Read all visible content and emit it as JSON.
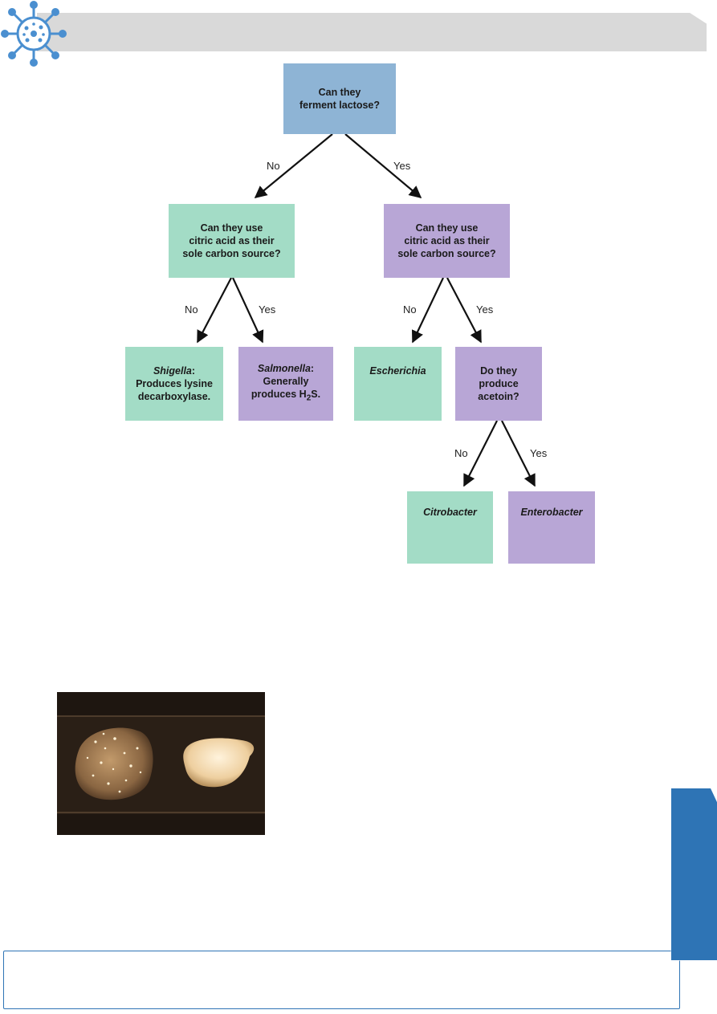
{
  "header": {
    "logo_icon": "virus-icon",
    "accent_color": "#2e74b5",
    "bar_color": "#d9d9d9"
  },
  "flowchart": {
    "q_lactose": {
      "line1": "Can they",
      "line2": "ferment lactose?"
    },
    "q_citric_no": {
      "line1": "Can they use",
      "line2": "citric acid as their",
      "line3": "sole carbon source?"
    },
    "q_citric_yes": {
      "line1": "Can they use",
      "line2": "citric acid as their",
      "line3": "sole carbon source?"
    },
    "shigella": {
      "name": "Shigella",
      "suffix": ":",
      "line2": "Produces lysine",
      "line3": "decarboxylase."
    },
    "salmonella": {
      "name": "Salmonella",
      "suffix": ":",
      "line2": "Generally",
      "line3_pre": "produces H",
      "line3_sub": "2",
      "line3_post": "S."
    },
    "escherichia": {
      "name": "Escherichia"
    },
    "q_acetoin": {
      "line1": "Do they",
      "line2": "produce",
      "line3": "acetoin?"
    },
    "citrobacter": {
      "name": "Citrobacter"
    },
    "enterobacter": {
      "name": "Enterobacter"
    },
    "labels": {
      "no_1": "No",
      "yes_1": "Yes",
      "no_2": "No",
      "yes_2": "Yes",
      "no_3": "No",
      "yes_3": "Yes",
      "no_4": "No",
      "yes_4": "Yes"
    },
    "colors": {
      "blue": "#8eb4d5",
      "green": "#a3dcc6",
      "purple": "#b8a6d6"
    }
  },
  "photo": {
    "subject": "culture-slide-photo"
  },
  "footer": {
    "border_color": "#2e74b5"
  }
}
